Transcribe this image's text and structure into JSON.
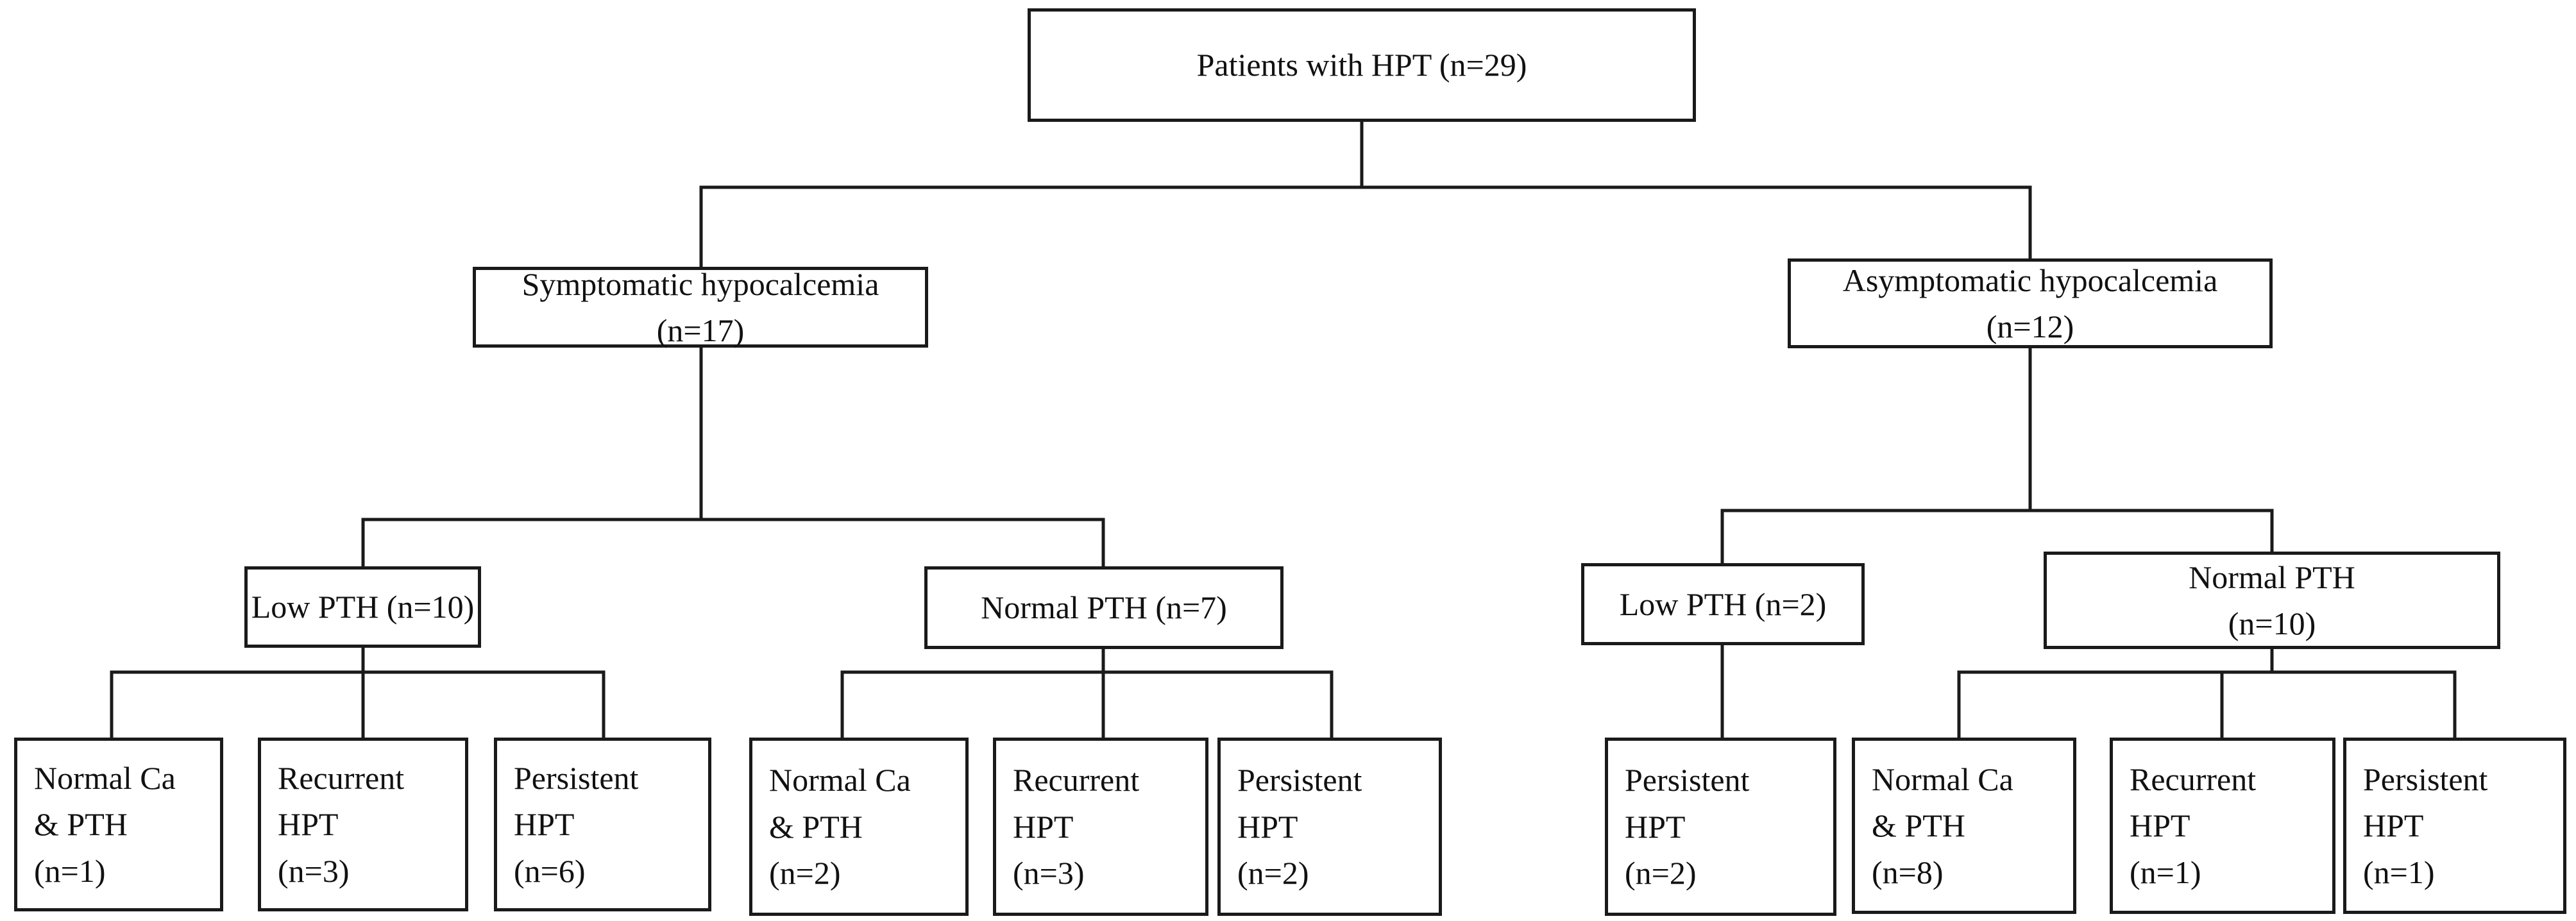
{
  "nodes": {
    "root": {
      "lines": [
        "Patients with HPT (n=29)"
      ]
    },
    "symptomatic": {
      "lines": [
        "Symptomatic hypocalcemia",
        "(n=17)"
      ]
    },
    "asymptomatic": {
      "lines": [
        "Asymptomatic hypocalcemia",
        "(n=12)"
      ]
    },
    "sym_low_pth": {
      "lines": [
        "Low PTH (n=10)"
      ]
    },
    "sym_normal_pth": {
      "lines": [
        "Normal PTH (n=7)"
      ]
    },
    "asym_low_pth": {
      "lines": [
        "Low PTH (n=2)"
      ]
    },
    "asym_normal_pth": {
      "lines": [
        "Normal PTH",
        "(n=10)"
      ]
    },
    "sym_low_normal_ca": {
      "lines": [
        "Normal Ca",
        "& PTH",
        "(n=1)"
      ]
    },
    "sym_low_recurrent": {
      "lines": [
        "Recurrent",
        "HPT",
        "(n=3)"
      ]
    },
    "sym_low_persistent": {
      "lines": [
        "Persistent",
        "HPT",
        "(n=6)"
      ]
    },
    "sym_normal_normal_ca": {
      "lines": [
        "Normal Ca",
        "& PTH",
        "(n=2)"
      ]
    },
    "sym_normal_recurrent": {
      "lines": [
        "Recurrent",
        "HPT",
        "(n=3)"
      ]
    },
    "sym_normal_persistent": {
      "lines": [
        "Persistent",
        "HPT",
        "(n=2)"
      ]
    },
    "asym_low_persistent": {
      "lines": [
        "Persistent",
        "HPT",
        "(n=2)"
      ]
    },
    "asym_normal_normal_ca": {
      "lines": [
        "Normal Ca",
        "& PTH",
        "(n=8)"
      ]
    },
    "asym_normal_recurrent": {
      "lines": [
        "Recurrent",
        "HPT",
        "(n=1)"
      ]
    },
    "asym_normal_persistent": {
      "lines": [
        "Persistent",
        "HPT",
        "(n=1)"
      ]
    }
  }
}
